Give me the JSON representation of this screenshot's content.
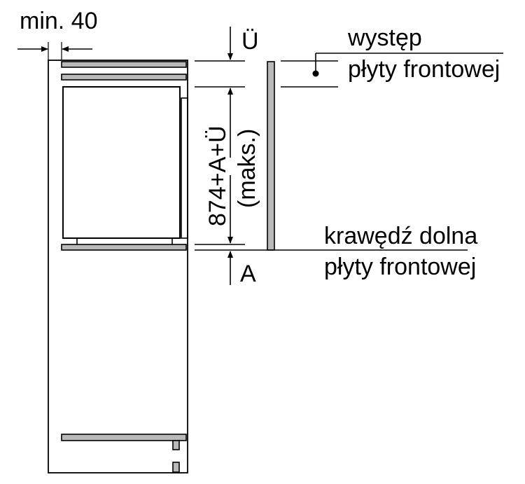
{
  "labels": {
    "min_gap": "min. 40",
    "overhang_symbol": "Ü",
    "front_overhang_line1": "występ",
    "front_overhang_line2": "płyty frontowej",
    "height_formula": "874+A+Ü",
    "height_note": "(maks.)",
    "bottom_edge_line1": "krawędź dolna",
    "bottom_edge_line2": "płyty frontowej",
    "bottom_symbol": "A"
  },
  "colors": {
    "line": "#000000",
    "panel_fill": "#b9b9b9",
    "background": "#ffffff"
  }
}
